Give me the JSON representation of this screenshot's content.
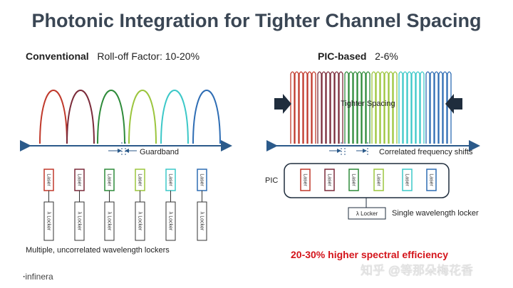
{
  "title": "Photonic Integration for Tighter Channel Spacing",
  "conventional": {
    "heading": "Conventional",
    "rolloff": "Roll-off Factor: 10-20%",
    "guardband": "Guardband",
    "laser_label": "Laser",
    "locker_label": "λ Locker",
    "footer": "Multiple, uncorrelated wavelength lockers"
  },
  "pic": {
    "heading": "PIC-based",
    "rolloff": "2-6%",
    "tighter": "Tighter Spacing",
    "correlated": "Correlated frequency shifts",
    "pic_label": "PIC",
    "laser_label": "Laser",
    "locker_label": "λ Locker",
    "single_locker": "Single wavelength locker"
  },
  "spectral": "20-30% higher spectral efficiency",
  "logo": "infinera",
  "watermark": "知乎 @等那朵梅花香",
  "colors": {
    "channels": [
      "#c0392b",
      "#7b2b3a",
      "#2e8b3a",
      "#9bc53d",
      "#3cc8c8",
      "#2e6db4"
    ],
    "title": "#3a4654",
    "accent": "#d4141b",
    "axis": "#2b5a8a"
  }
}
